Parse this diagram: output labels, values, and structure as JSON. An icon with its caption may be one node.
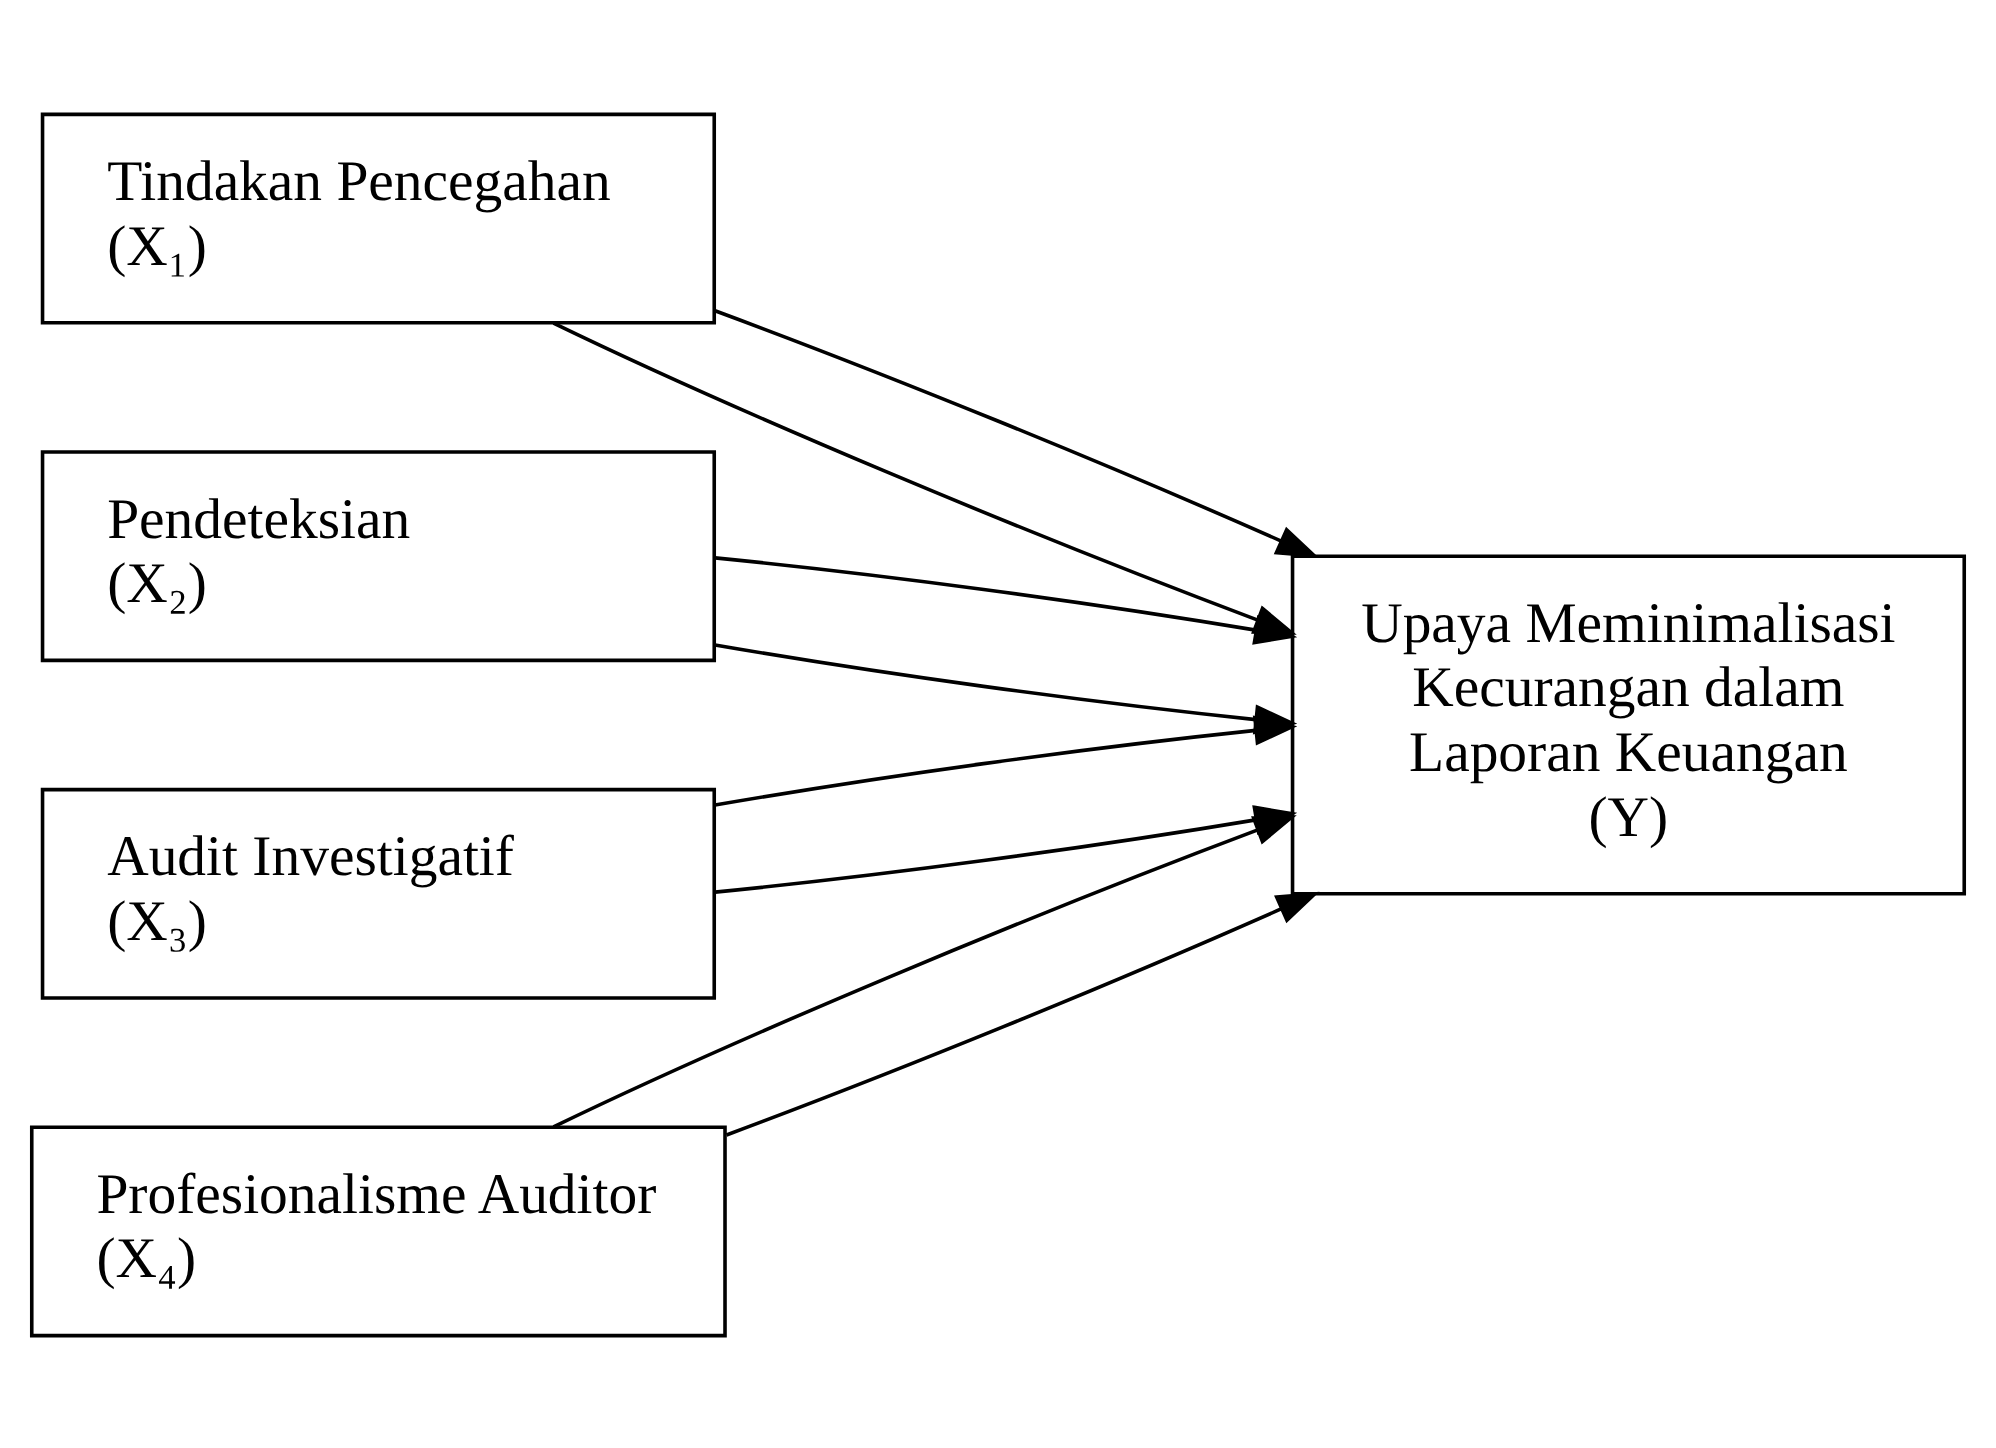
{
  "diagram": {
    "nodes": [
      {
        "text": [
          "Tindakan Pencegahan",
          "(X₁)"
        ]
      },
      {
        "text": [
          "Pendeteksian",
          "(X₂)"
        ]
      },
      {
        "text": [
          "Audit Investigatif",
          "(X₃)"
        ]
      },
      {
        "text": [
          "Profesionalisme Auditor",
          "(X₄)"
        ]
      },
      {
        "text": [
          "Upaya Meminimalisasi Kecurangan dalam Laporan Keuangan",
          "(Y)"
        ]
      }
    ],
    "edges": [
      {
        "from": 0,
        "to": 4,
        "arrow": "to"
      },
      {
        "from": 1,
        "to": 4,
        "arrow": "to"
      },
      {
        "from": 2,
        "to": 4,
        "arrow": "to"
      },
      {
        "from": 3,
        "to": 4,
        "arrow": "to"
      },
      {
        "from": 0,
        "to": 4,
        "arrow": "to"
      },
      {
        "from": 1,
        "to": 4,
        "arrow": "to"
      },
      {
        "from": 2,
        "to": 4,
        "arrow": "to"
      },
      {
        "from": 3,
        "to": 4,
        "arrow": "to"
      }
    ]
  }
}
